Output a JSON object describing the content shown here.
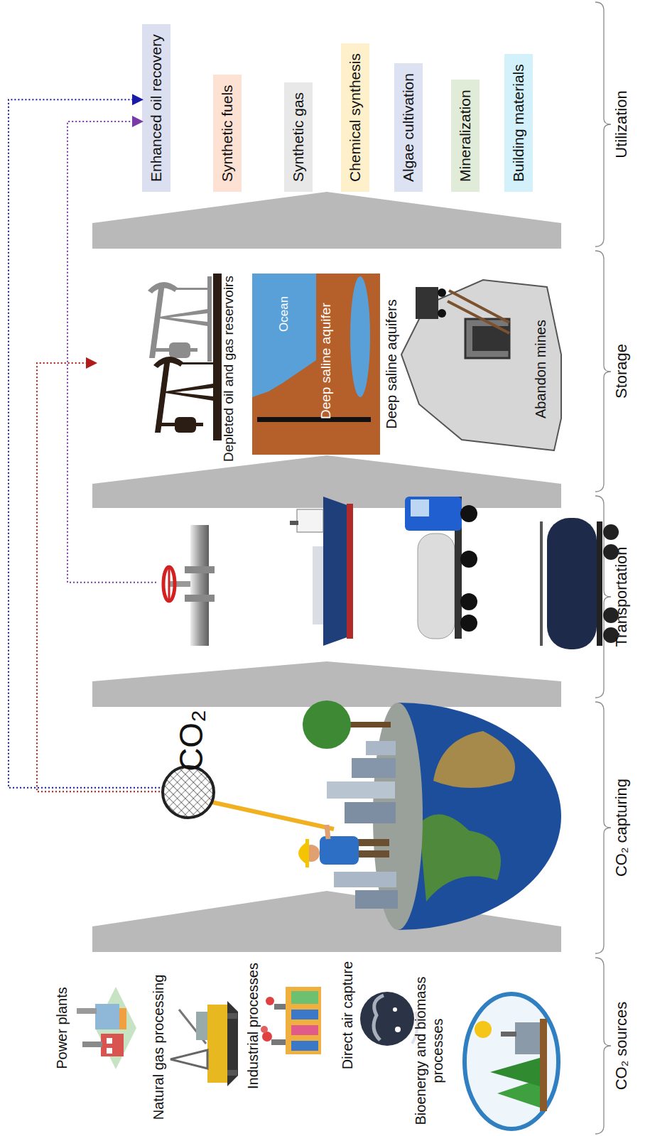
{
  "diagram": {
    "nodes": [
      {
        "text": [
          "CO₂ sources"
        ]
      },
      {
        "text": [
          "Power plants"
        ],
        "in": 0
      },
      {
        "text": [
          "Natural gas processing"
        ],
        "in": 0
      },
      {
        "text": [
          "Industrial processes"
        ],
        "in": 0
      },
      {
        "text": [
          "Direct air capture"
        ],
        "in": 0
      },
      {
        "text": [
          "Bioenergy and biomass processes"
        ],
        "in": 0
      },
      {
        "text": [
          "CO₂ capturing"
        ]
      },
      {
        "text": [
          "CO₂"
        ],
        "in": 6
      },
      {
        "text": [
          "Transportation"
        ]
      },
      {
        "text": [
          "Storage"
        ]
      },
      {
        "text": [
          "Depleted oil and gas reservoirs"
        ],
        "in": 9
      },
      {
        "text": [
          "Ocean",
          "Deep saline aquifer",
          "Deep saline aquifers"
        ],
        "in": 9
      },
      {
        "text": [
          "Abandon mines"
        ],
        "in": 9
      },
      {
        "text": [
          "Utilization"
        ]
      },
      {
        "text": [
          "Enhanced oil recovery"
        ],
        "in": 13
      },
      {
        "text": [
          "Synthetic fuels"
        ],
        "in": 13
      },
      {
        "text": [
          "Synthetic gas"
        ],
        "in": 13
      },
      {
        "text": [
          "Chemical synthesis"
        ],
        "in": 13
      },
      {
        "text": [
          "Algae cultivation"
        ],
        "in": 13
      },
      {
        "text": [
          "Mineralization"
        ],
        "in": 13
      },
      {
        "text": [
          "Building materials"
        ],
        "in": 13
      }
    ],
    "edges": [
      {
        "from": 7,
        "to": 14,
        "arrow": "to"
      },
      {
        "from": 7,
        "to": 10,
        "arrow": "to"
      },
      {
        "from": 8,
        "to": 14,
        "arrow": "to"
      }
    ]
  }
}
